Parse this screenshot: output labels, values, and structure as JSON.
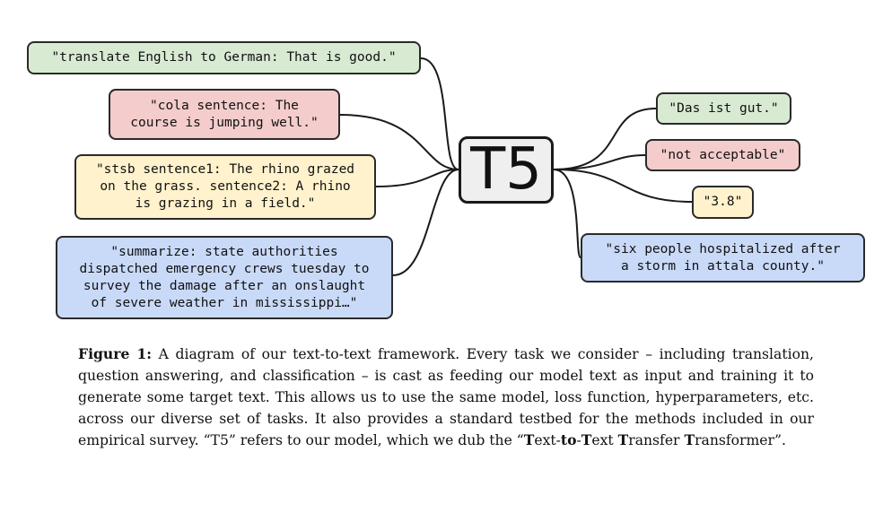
{
  "diagram": {
    "model_name": "T5",
    "inputs": [
      {
        "text": "\"translate English to German: That is good.\"",
        "color": "#d9ead3"
      },
      {
        "text": "\"cola sentence: The\ncourse is jumping well.\"",
        "color": "#f4cccc"
      },
      {
        "text": "\"stsb sentence1: The rhino grazed\non the grass. sentence2: A rhino\nis grazing in a field.\"",
        "color": "#fff2cc"
      },
      {
        "text": "\"summarize: state authorities\ndispatched emergency crews tuesday to\nsurvey the damage after an onslaught\nof severe weather in mississippi…\"",
        "color": "#c9daf8"
      }
    ],
    "outputs": [
      {
        "text": "\"Das ist gut.\"",
        "color": "#d9ead3"
      },
      {
        "text": "\"not acceptable\"",
        "color": "#f4cccc"
      },
      {
        "text": "\"3.8\"",
        "color": "#fff2cc"
      },
      {
        "text": "\"six people hospitalized after\na storm in attala county.\"",
        "color": "#c9daf8"
      }
    ]
  },
  "caption": {
    "label": "Figure 1:",
    "text_1": " A diagram of our text-to-text framework. Every task we consider – including translation, question answering, and classification – is cast as feeding our model text as input and training it to generate some target text. This allows us to use the same model, loss function, hyperparameters, etc. across our diverse set of tasks. It also provides a standard testbed for the methods included in our empirical survey. “T5” refers to our model, which we dub the “",
    "name_parts": [
      {
        "bold": "T",
        "rest": "ext-"
      },
      {
        "bold": "to",
        "rest": "-"
      },
      {
        "bold": "T",
        "rest": "ext "
      },
      {
        "bold": "T",
        "rest": "ransfer "
      },
      {
        "bold": "T",
        "rest": "ransformer"
      }
    ],
    "text_2": "”."
  }
}
